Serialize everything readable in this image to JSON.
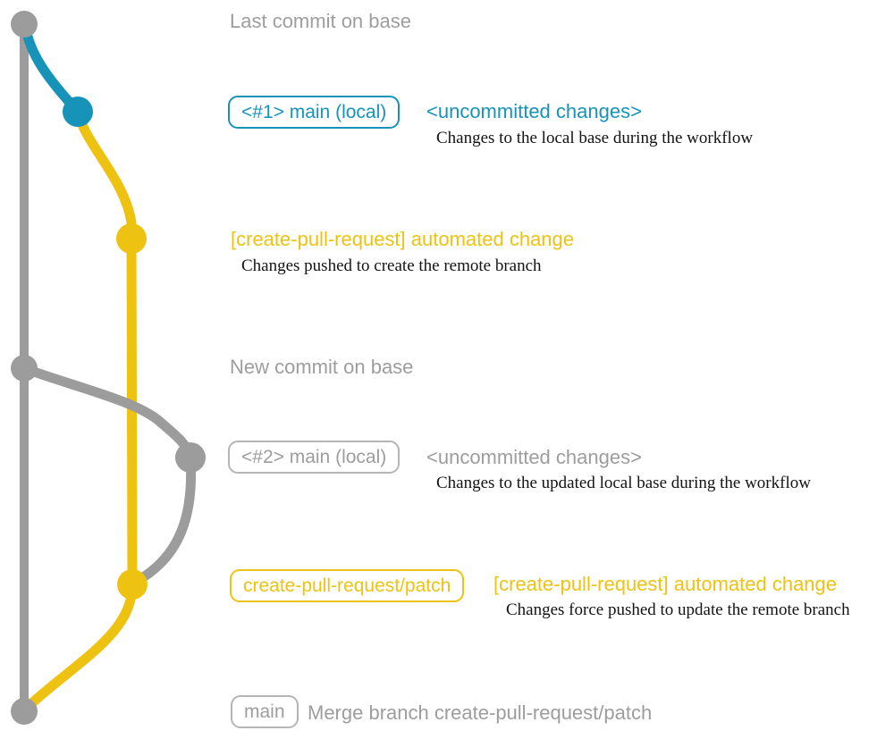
{
  "colors": {
    "gray": "#9c9c9c",
    "gray_text": "#9d9d9d",
    "gray_border": "#b5b5b5",
    "blue": "#1793ba",
    "yellow": "#edc211",
    "desc_text": "#141414",
    "background": "#ffffff"
  },
  "graph": {
    "branches": [
      "base",
      "main (local)",
      "create-pull-request/patch"
    ],
    "commit_count": 7
  },
  "rows": {
    "last_commit": {
      "title": "Last commit on base"
    },
    "uncommitted_1": {
      "badge": "<#1> main (local)",
      "tag": "<uncommitted changes>",
      "desc": "Changes to the local base during the workflow"
    },
    "automated_1": {
      "label": "[create-pull-request] automated change",
      "desc": "Changes pushed to create the remote branch"
    },
    "new_commit": {
      "title": "New commit on base"
    },
    "uncommitted_2": {
      "badge": "<#2> main (local)",
      "tag": "<uncommitted changes>",
      "desc": "Changes to the updated local base during the workflow"
    },
    "automated_2": {
      "badge": "create-pull-request/patch",
      "label": "[create-pull-request] automated change",
      "desc": "Changes force pushed to update the remote branch"
    },
    "merge": {
      "badge": "main",
      "label": "Merge branch create-pull-request/patch"
    }
  }
}
